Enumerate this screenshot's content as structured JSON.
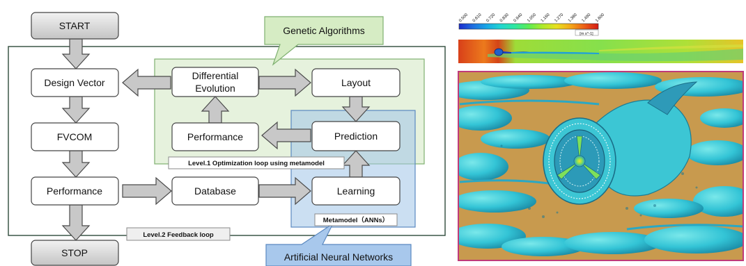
{
  "flowchart": {
    "start": "START",
    "stop": "STOP",
    "design_vector": "Design Vector",
    "fvcom": "FVCOM",
    "performance_main": "Performance",
    "database": "Database",
    "de_line1": "Differential",
    "de_line2": "Evolution",
    "layout": "Layout",
    "performance_loop": "Performance",
    "prediction": "Prediction",
    "learning": "Learning",
    "genetic_callout": "Genetic Algorithms",
    "ann_callout": "Artificial Neural Networks",
    "level1_label": "Level.1 Optimization loop using metamodel",
    "level2_label": "Level.2 Feedback loop",
    "metamodel_label": "Metamodel（ANNs）"
  },
  "colorbar": {
    "ticks": [
      "0.500",
      "0.610",
      "0.720",
      "0.830",
      "0.940",
      "1.050",
      "1.160",
      "1.270",
      "1.380",
      "1.490",
      "1.600"
    ],
    "unit": "[m s^-1]",
    "colors": [
      "#1a2ccc",
      "#1f6fe0",
      "#18a8e6",
      "#22d6d0",
      "#2ee8a0",
      "#5cec54",
      "#aeea2a",
      "#e8e020",
      "#f4a818",
      "#ec5e16",
      "#d41a14"
    ]
  },
  "render": {
    "background": "#c89a4e",
    "surface": "#33c4d6",
    "border": "#c03a7a"
  }
}
